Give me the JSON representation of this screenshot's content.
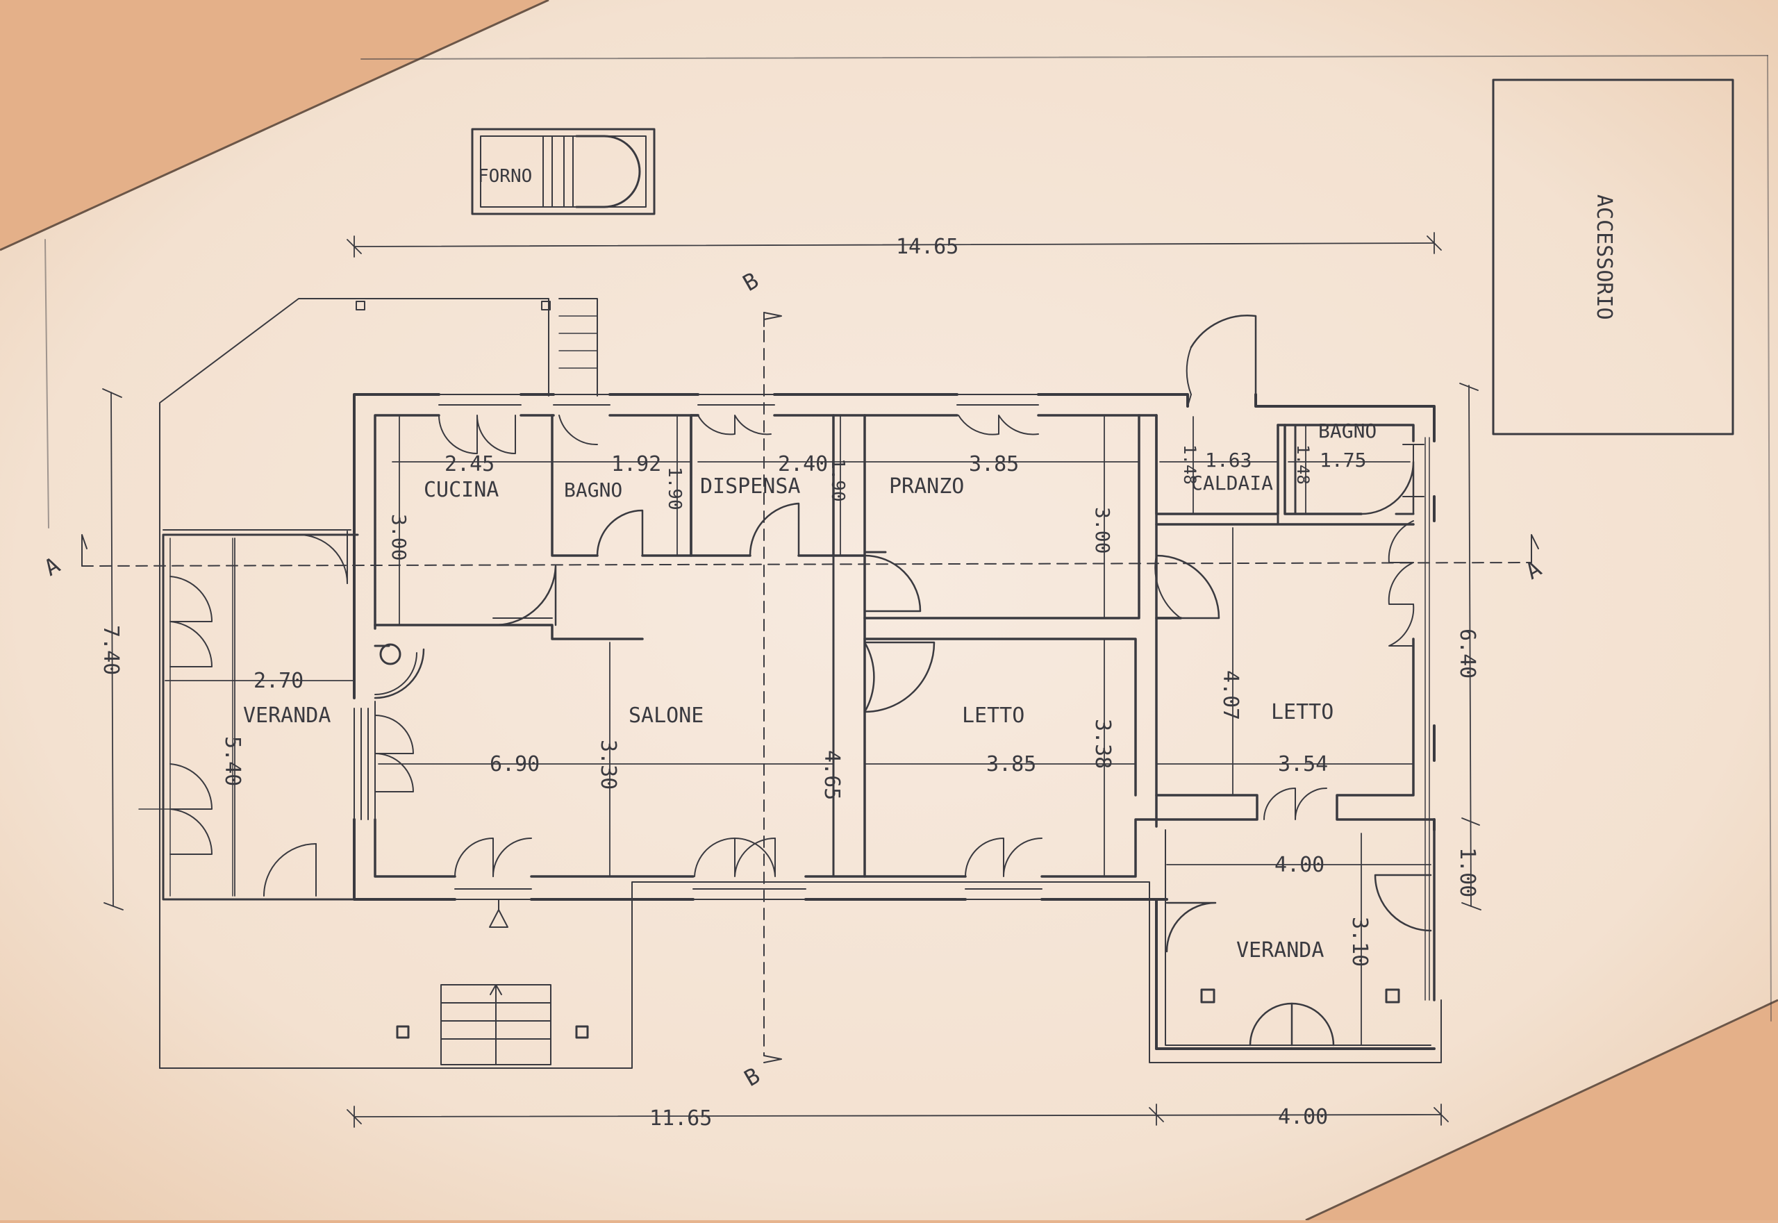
{
  "rooms": {
    "forno": "FORNO",
    "accessorio": "ACCESSORIO",
    "cucina": "CUCINA",
    "bagno1": "BAGNO",
    "dispensa": "DISPENSA",
    "pranzo": "PRANZO",
    "caldaia": "CALDAIA",
    "bagno2": "BAGNO",
    "veranda_left": "VERANDA",
    "salone": "SALONE",
    "letto1": "LETTO",
    "letto2": "LETTO",
    "veranda_right": "VERANDA"
  },
  "dimensions": {
    "total_width": "14.65",
    "bottom_left": "11.65",
    "bottom_right": "4.00",
    "left_height": "7.40",
    "right_height": "6.40",
    "right_porch_depth": "1.00",
    "cucina_w": "2.45",
    "cucina_h": "3.00",
    "bagno1_w": "1.92",
    "bagno1_h": "1.90",
    "dispensa_w": "2.40",
    "dispensa_h": "1.90",
    "pranzo_w": "3.85",
    "pranzo_h": "3.00",
    "caldaia_w": "1.63",
    "caldaia_h": "1.48",
    "bagno2_w": "1.75",
    "bagno2_h": "1.48",
    "veranda_left_w": "2.70",
    "veranda_left_h": "5.40",
    "salone_w": "6.90",
    "salone_h": "3.30",
    "corridor_h": "4.65",
    "letto1_w": "3.85",
    "letto1_h": "3.38",
    "letto2_w": "3.54",
    "letto2_h": "4.07",
    "veranda_right_w": "4.00",
    "veranda_right_h": "3.10"
  },
  "section_marks": {
    "a": "A",
    "b": "B"
  },
  "colors": {
    "paper": "#f5e6d8",
    "background": "#e6b48e",
    "ink": "#3a3a40"
  }
}
